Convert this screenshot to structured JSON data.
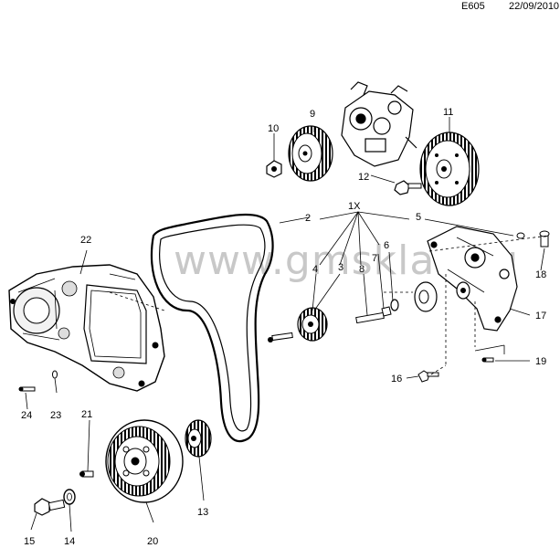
{
  "header": {
    "code": "E605",
    "date": "22/09/2010"
  },
  "watermark": "www.gmsklad.ru",
  "callouts": {
    "n1x": "1X",
    "n2": "2",
    "n3": "3",
    "n4": "4",
    "n5": "5",
    "n6": "6",
    "n7": "7",
    "n8": "8",
    "n9": "9",
    "n10": "10",
    "n11": "11",
    "n12": "12",
    "n13": "13",
    "n14": "14",
    "n15": "15",
    "n16": "16",
    "n17": "17",
    "n18": "18",
    "n19": "19",
    "n20": "20",
    "n21": "21",
    "n22": "22",
    "n23": "23",
    "n24": "24"
  }
}
